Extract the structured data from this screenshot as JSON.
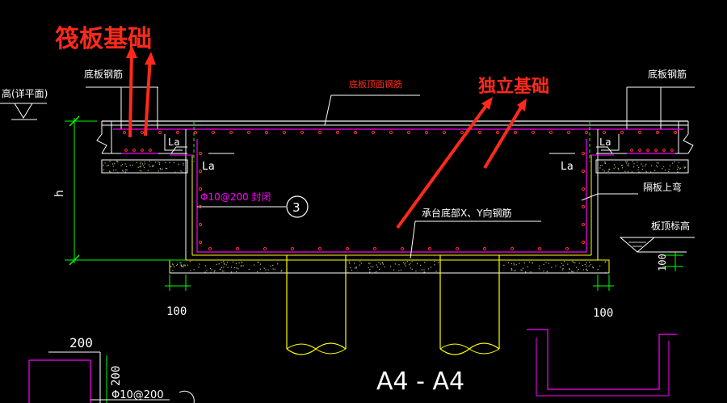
{
  "annotations": {
    "raft_foundation": "筏板基础",
    "isolated_foundation": "独立基础"
  },
  "labels": {
    "top_left_cut": "高(详平面)",
    "bottom_slab_rebar_left": "底板钢筋",
    "bottom_slab_rebar_right": "底板钢筋",
    "top_surface_rebar": "底板顶面钢筋",
    "la_left_small": "La",
    "la_left": "La",
    "la_right_small": "La",
    "la_right": "La",
    "stirrup": "Φ10@200 封闭",
    "circle_num": "3",
    "partition_bend": "隔板上弯",
    "cap_bottom_rebar": "承台底部X、Y向钢筋",
    "slab_top_elev": "板顶标高",
    "h_label": "h",
    "dim_100_left": "100",
    "dim_100_right": "100",
    "dim_100_vertical": "100",
    "dim_200_top": "200",
    "dim_200_vertical": "200",
    "stirrup_bottom": "Φ10@200",
    "section_title": "A4 - A4"
  },
  "colors": {
    "background": "#000000",
    "white": "#ffffff",
    "yellow": "#ffff00",
    "magenta": "#ff00ff",
    "green": "#00ff00",
    "red": "#ff2a1a",
    "dot_red": "#ff3030",
    "hatch": "#b8b880"
  }
}
